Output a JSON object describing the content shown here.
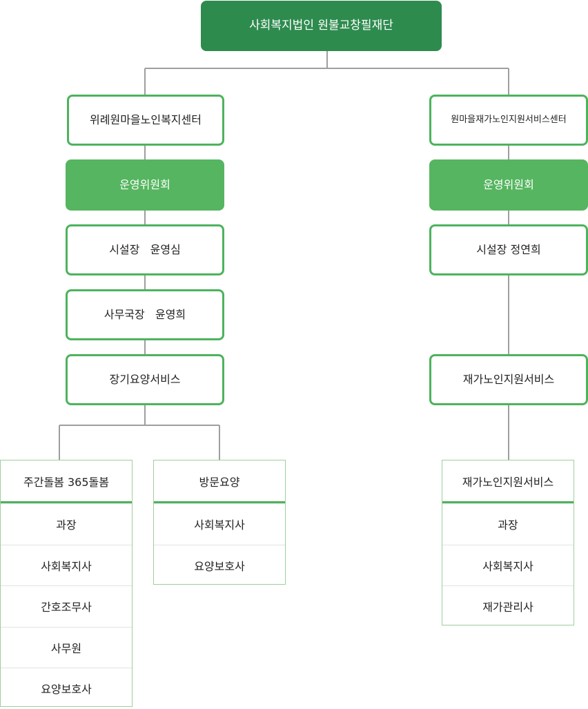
{
  "root": {
    "label": "사회복지법인 원불교창필재단"
  },
  "left": {
    "center": "위례원마을노인복지센터",
    "committee": "운영위원회",
    "director": "시설장   윤영심",
    "secretary": "사무국장   윤영희",
    "service": "장기요양서비스",
    "teams": [
      {
        "header": "주간돌봄 365돌봄",
        "items": [
          "과장",
          "사회복지사",
          "간호조무사",
          "사무원",
          "요양보호사"
        ]
      },
      {
        "header": "방문요양",
        "items": [
          "사회복지사",
          "요양보호사"
        ]
      }
    ]
  },
  "right": {
    "center": "원마을재가노인지원서비스센터",
    "committee": "운영위원회",
    "director": "시설장 정연희",
    "service": "재가노인지원서비스",
    "team": {
      "header": "재가노인지원서비스",
      "items": [
        "과장",
        "사회복지사",
        "재가관리사"
      ]
    }
  },
  "colors": {
    "root": "#2e8b4e",
    "committee": "#56b560",
    "border": "#4cb35c",
    "line": "#9e9e9e"
  }
}
